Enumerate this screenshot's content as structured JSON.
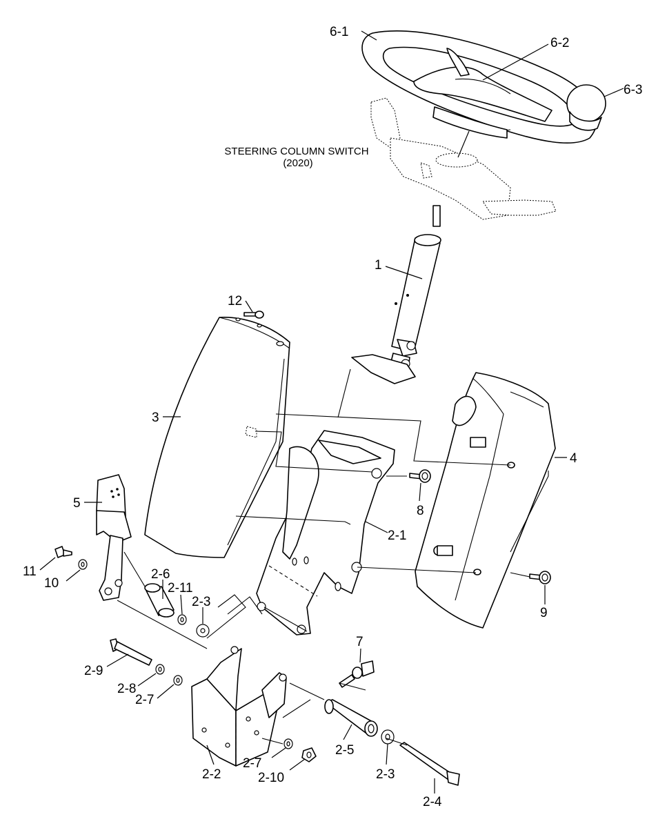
{
  "caption": {
    "line1": "STEERING COLUMN SWITCH",
    "line2": "(2020)"
  },
  "labels": {
    "p6_1": "6-1",
    "p6_2": "6-2",
    "p6_3": "6-3",
    "p1": "1",
    "p12": "12",
    "p3": "3",
    "p4": "4",
    "p8": "8",
    "p5": "5",
    "p2_1": "2-1",
    "p11": "11",
    "p10": "10",
    "p2_6": "2-6",
    "p2_11": "2-11",
    "p2_3a": "2-3",
    "p9": "9",
    "p7": "7",
    "p2_9": "2-9",
    "p2_8": "2-8",
    "p2_7a": "2-7",
    "p2_5": "2-5",
    "p2_7b": "2-7",
    "p2_3b": "2-3",
    "p2_2": "2-2",
    "p2_10": "2-10",
    "p2_4": "2-4"
  }
}
